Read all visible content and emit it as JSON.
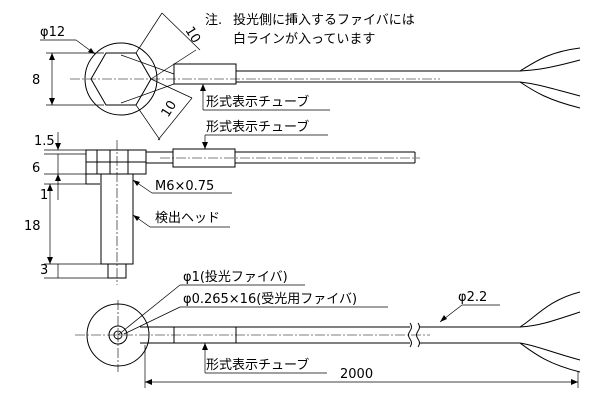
{
  "note": {
    "prefix": "注.",
    "line1": "投光側に挿入するファイバには",
    "line2": "白ラインが入っています"
  },
  "dimensions": {
    "diameter_12": "φ12",
    "flat_10_top": "10",
    "flat_10_bottom": "10",
    "height_8": "8",
    "side_1_5": "1.5",
    "side_6": "6",
    "side_1": "1",
    "side_18": "18",
    "side_3": "3",
    "thread": "M6×0.75",
    "fiber_diameter": "φ2.2",
    "total_length": "2000"
  },
  "labels": {
    "tube_top": "形式表示チューブ",
    "tube_side": "形式表示チューブ",
    "tube_bottom": "形式表示チューブ",
    "head": "検出ヘッド",
    "emit_fiber": "φ1(投光ファイバ)",
    "recv_fiber": "φ0.265×16(受光用ファイバ)"
  }
}
